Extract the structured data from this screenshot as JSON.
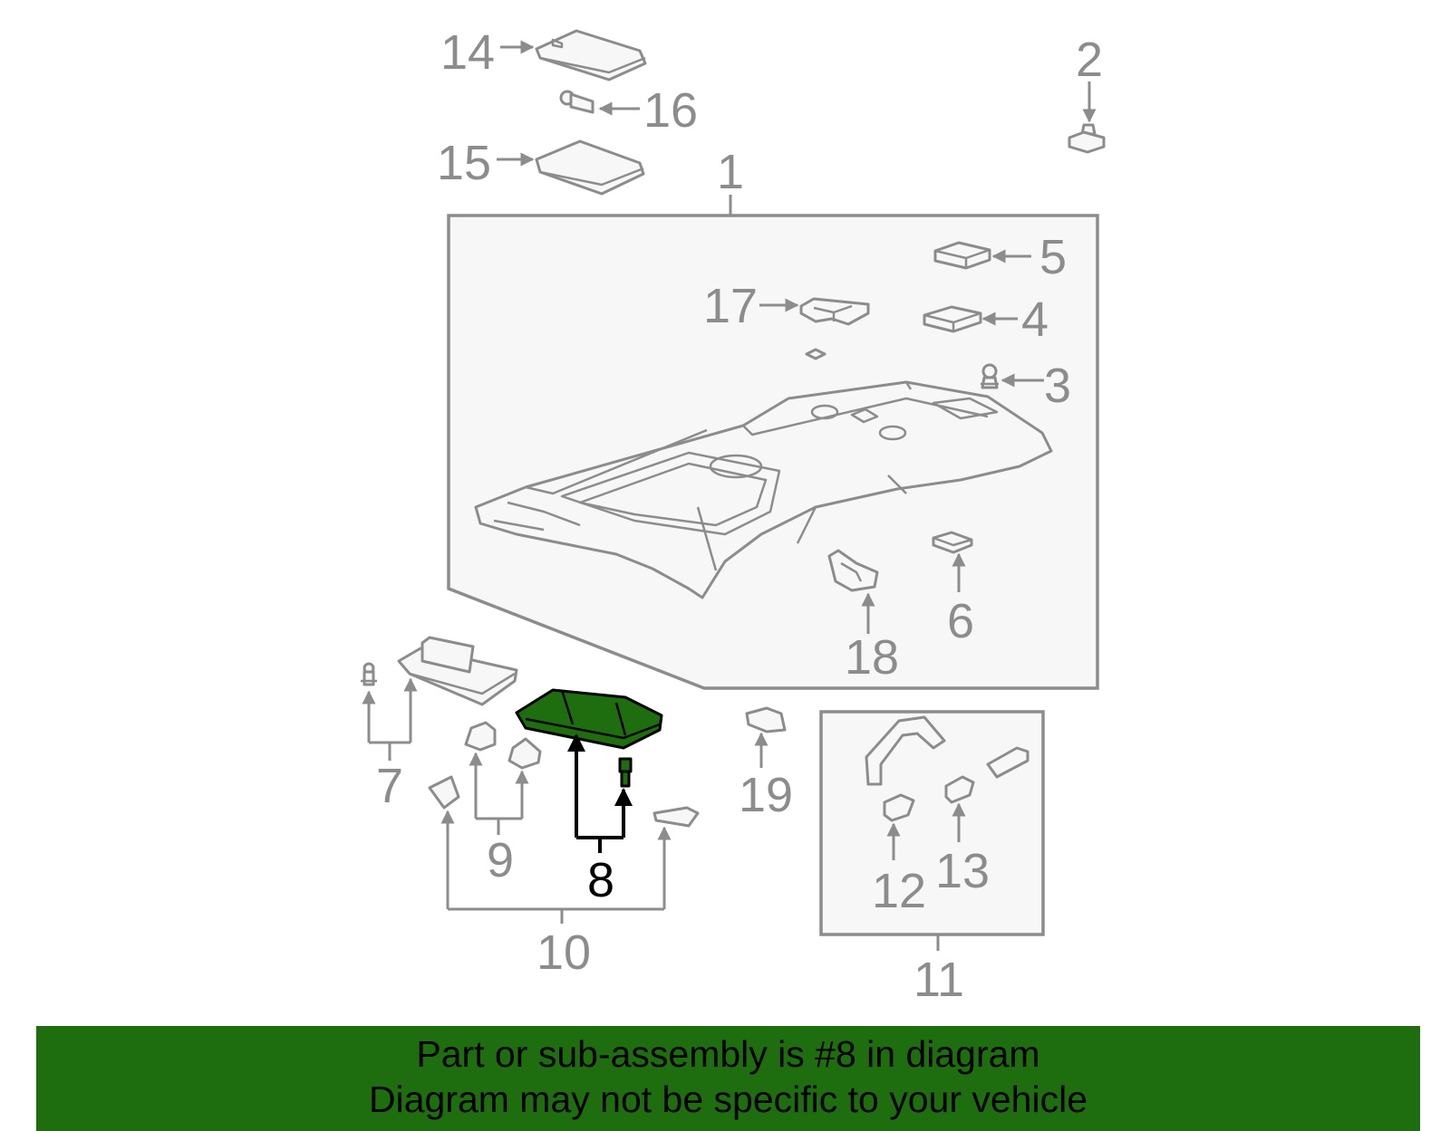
{
  "callouts": {
    "c1": "1",
    "c2": "2",
    "c3": "3",
    "c4": "4",
    "c5": "5",
    "c6": "6",
    "c7": "7",
    "c8": "8",
    "c9": "9",
    "c10": "10",
    "c11": "11",
    "c12": "12",
    "c13": "13",
    "c14": "14",
    "c15": "15",
    "c16": "16",
    "c17": "17",
    "c18": "18",
    "c19": "19"
  },
  "highlighted_part": "8",
  "colors": {
    "highlight": "#1e6e0f",
    "line": "#8c8c8c",
    "part_fill": "#f7f7f7"
  },
  "banner": {
    "line1": "Part or sub-assembly is #8 in diagram",
    "line2": "Diagram may not be specific to your vehicle"
  }
}
